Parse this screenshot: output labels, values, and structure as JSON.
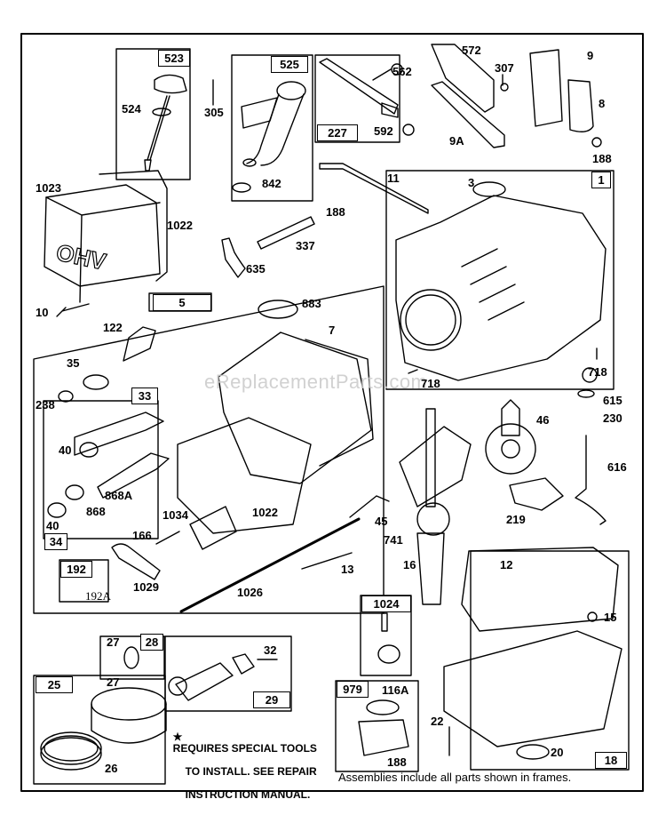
{
  "watermark": "eReplacementParts.com",
  "note_lines": [
    "REQUIRES SPECIAL TOOLS",
    "TO INSTALL. SEE REPAIR",
    "INSTRUCTION MANUAL."
  ],
  "note_star": "★",
  "footer": "Assemblies include all parts shown in frames.",
  "cover_text": "OHV",
  "boxed": {
    "b523": "523",
    "b525": "525",
    "b227": "227",
    "b1": "1",
    "b5": "5",
    "b33": "33",
    "b34": "34",
    "b192": "192",
    "b28": "28",
    "b25": "25",
    "b29": "29",
    "b1024": "1024",
    "b979": "979",
    "b18": "18"
  },
  "labels": {
    "l524": "524",
    "l305": "305",
    "l842": "842",
    "l562": "562",
    "l592": "592",
    "l572": "572",
    "l307": "307",
    "l9": "9",
    "l8": "8",
    "l9A": "9A",
    "l188a": "188",
    "l1023": "1023",
    "l1022a": "1022",
    "l11": "11",
    "l188b": "188",
    "l337": "337",
    "l635": "635",
    "l3": "3",
    "l10": "10",
    "l883": "883",
    "l7": "7",
    "l122": "122",
    "l35": "35",
    "l238": "238",
    "l40a": "40",
    "l868A": "868A",
    "l868": "868",
    "l40b": "40",
    "l718a": "718",
    "l718b": "718",
    "l615": "615",
    "l230": "230",
    "l46": "46",
    "l616": "616",
    "l1034": "1034",
    "l1022b": "1022",
    "l45": "45",
    "l219": "219",
    "l166": "166",
    "l741": "741",
    "l1029": "1029",
    "l192A": "192A",
    "l13": "13",
    "l16": "16",
    "l12": "12",
    "l1026": "1026",
    "l15": "15",
    "l27a": "27",
    "l32": "32",
    "l27b": "27",
    "l116A": "116A",
    "l26": "26",
    "l22": "22",
    "l20": "20",
    "l188c": "188"
  }
}
